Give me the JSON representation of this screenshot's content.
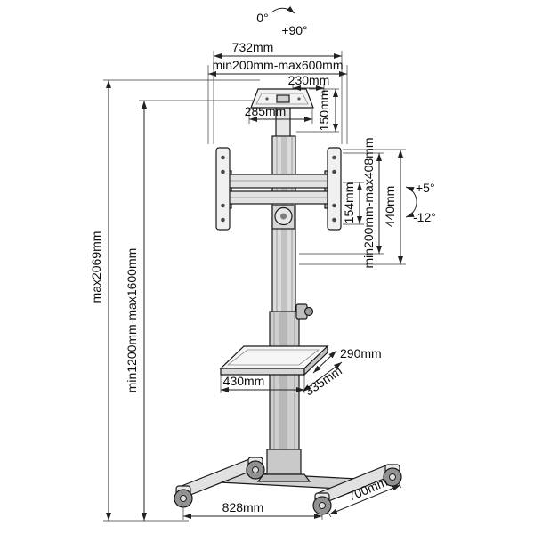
{
  "rotation_indicator": {
    "zero": "0°",
    "plus_ninety": "+90°"
  },
  "tilt_indicator": {
    "tilt_up": "+5°",
    "tilt_down": "-12°"
  },
  "dimensions": {
    "bracket_width": "732mm",
    "vesa_width_range": "min200mm-max600mm",
    "top_plate_width": "230mm",
    "top_plate_depth": "285mm",
    "top_plate_height": "150mm",
    "crossbar_height": "154mm",
    "vesa_height_range": "min200mm-max408mm",
    "bracket_height": "440mm",
    "max_overall_height": "max2069mm",
    "height_adjust_range": "min1200mm-max1600mm",
    "shelf_depth": "290mm",
    "shelf_outer_depth": "335mm",
    "shelf_width": "430mm",
    "base_width": "828mm",
    "base_depth": "700mm"
  }
}
